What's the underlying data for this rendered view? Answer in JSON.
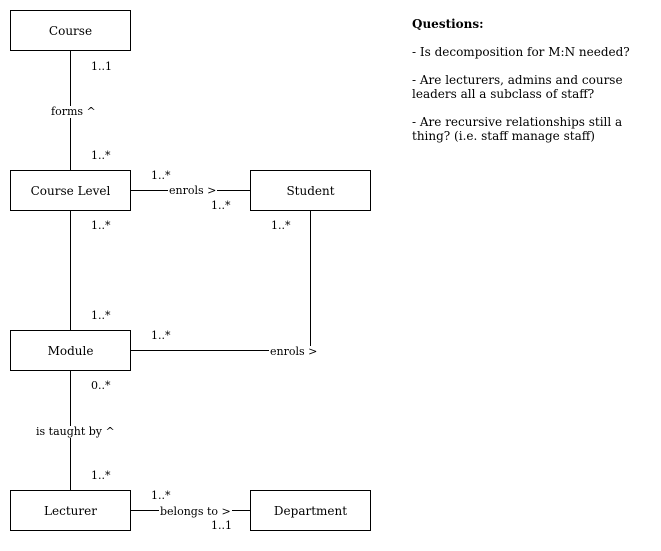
{
  "entities": {
    "course": "Course",
    "course_level": "Course Level",
    "student": "Student",
    "module": "Module",
    "lecturer": "Lecturer",
    "department": "Department"
  },
  "relationships": {
    "forms": "forms ^",
    "enrols_level": "enrols >",
    "enrols_module": "enrols >",
    "taught_by": "is taught by ^",
    "belongs_to": "belongs to >"
  },
  "multiplicities": {
    "course_forms": "1..1",
    "level_forms": "1..*",
    "level_enrols": "1..*",
    "student_enrols_level": "1..*",
    "level_module": "1..*",
    "module_level": "1..*",
    "student_enrols_module": "1..*",
    "module_enrols": "1..*",
    "module_taught": "0..*",
    "lecturer_taught": "1..*",
    "lecturer_belongs": "1..*",
    "department_belongs": "1..1"
  },
  "notes": {
    "title": "Questions:",
    "items": [
      "- Is decomposition for M:N needed?",
      "- Are lecturers, admins and course leaders all a subclass of staff?",
      "- Are recursive relationships still a thing? (i.e. staff manage staff)"
    ]
  }
}
